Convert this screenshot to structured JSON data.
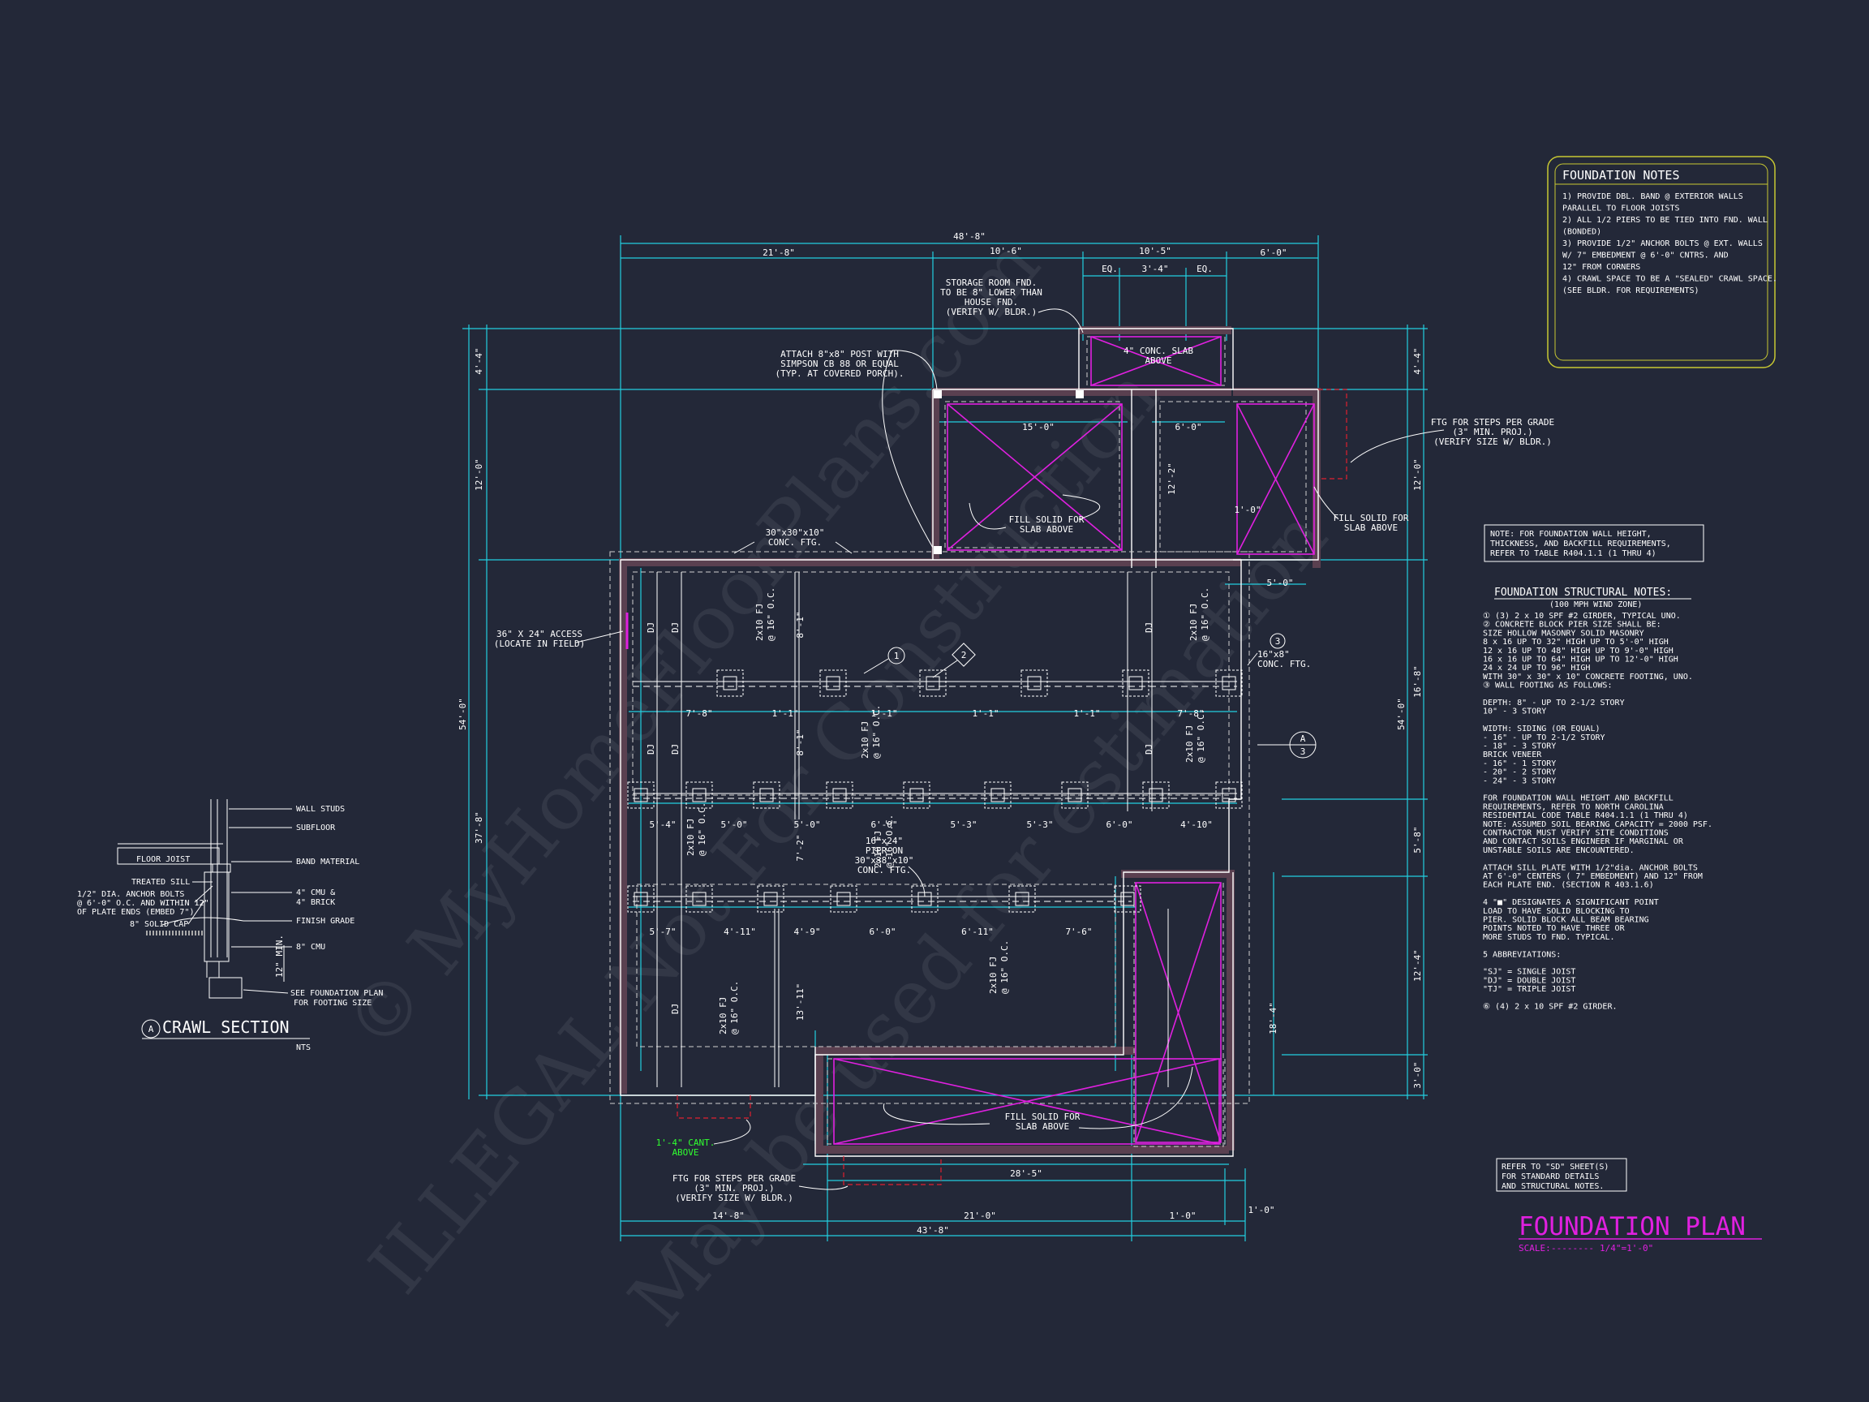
{
  "watermark": [
    "© MyHomeFloorPlans.com",
    "ILLEGAL Not For Construction",
    "May be used for estimation"
  ],
  "colors": {
    "background": "#232838",
    "dimension": "#22cfe0",
    "wall": "#ffffff",
    "slab": "#e020e0",
    "step": "#e02030",
    "title": "#e020e0",
    "notes_border": "#c8c832",
    "cant": "#30ff30"
  },
  "dimensions": {
    "top_overall": "48'-8\"",
    "top_left": "21'-8\"",
    "top_mid": "10'-6\"",
    "top_mid2": "10'-5\"",
    "top_right": "6'-0\"",
    "eq1": "EQ.",
    "eq2": "EQ.",
    "eq_mid": "3'-4\"",
    "left_overall": "54'-0\"",
    "left_a": "4'-4\"",
    "left_b": "12'-0\"",
    "left_c": "37'-8\"",
    "right_a": "4'-4\"",
    "right_b": "12'-0\"",
    "right_overall": "54'-0\"",
    "right_c": "16'-8\"",
    "right_d": "5'-8\"",
    "right_e": "12'-4\"",
    "right_f": "3'-0\"",
    "bottom_overall": "43'-8\"",
    "bottom_a": "14'-8\"",
    "bottom_b": "21'-0\"",
    "bottom_c": "1'-0\"",
    "bottom_d": "1'-0\"",
    "bottom_e": "28'-5\"",
    "inner_15": "15'-0\"",
    "inner_6": "6'-0\"",
    "inner_5": "5'-0\"",
    "inner_1_0": "1'-0\"",
    "inner_12_2": "12'-2\"",
    "inner_18_4": "18'-4\"",
    "inner_8_1": "8'-1\"",
    "inner_8_1b": "8'-1\"",
    "inner_7_2": "7'-2\"",
    "inner_13_11": "13'-11\""
  },
  "row1": [
    "7'-8\"",
    "1'-1\"",
    "1'-1\"",
    "1'-1\"",
    "1'-1\"",
    "7'-8\""
  ],
  "row2": [
    "5'-4\"",
    "5'-0\"",
    "5'-0\"",
    "6'-0\"",
    "5'-3\"",
    "5'-3\"",
    "6'-0\"",
    "4'-10\""
  ],
  "row3": [
    "5'-7\"",
    "4'-11\"",
    "4'-9\"",
    "6'-0\"",
    "6'-11\"",
    "7'-6\""
  ],
  "joists": {
    "dj": "DJ",
    "fj": "2x10 FJ",
    "oc": "@ 16\" O.C.",
    "fj2": "2x10 FJ @ 16\" O.C."
  },
  "callouts": {
    "storage": [
      "STORAGE ROOM FND.",
      "TO BE 8\" LOWER THAN",
      "HOUSE FND.",
      "(VERIFY W/ BLDR.)"
    ],
    "post": [
      "ATTACH 8\"x8\" POST WITH",
      "SIMPSON CB 88 OR EQUAL",
      "(TYP. AT COVERED PORCH)."
    ],
    "conc_slab": [
      "4\" CONC. SLAB",
      "ABOVE"
    ],
    "ftg_steps_right": [
      "FTG FOR STEPS PER GRADE",
      "(3\" MIN. PROJ.)",
      "(VERIFY SIZE W/ BLDR.)"
    ],
    "fill_solid1": [
      "FILL SOLID FOR",
      "SLAB ABOVE"
    ],
    "fill_solid2": [
      "FILL SOLID FOR",
      "SLAB ABOVE"
    ],
    "fill_solid3": [
      "FILL SOLID FOR",
      "SLAB ABOVE"
    ],
    "conc_ftg": [
      "30\"x30\"x10\"",
      "CONC. FTG."
    ],
    "access": [
      "36\" X 24\" ACCESS",
      "(LOCATE IN FIELD)"
    ],
    "pier": [
      "16\"x24\"",
      "PIER ON",
      "30\"x38\"x10\"",
      "CONC. FTG."
    ],
    "conc_ftg2": [
      "16\"x8\"",
      "CONC. FTG."
    ],
    "cant": [
      "1'-4\" CANT.",
      "ABOVE"
    ],
    "ftg_steps_bottom": [
      "FTG FOR STEPS PER GRADE",
      "(3\" MIN. PROJ.)",
      "(VERIFY SIZE W/ BLDR.)"
    ],
    "tag1": "1",
    "tag2": "2",
    "tag3": "3",
    "section_a": "A",
    "section_3": "3"
  },
  "crawl_section": {
    "labels": [
      "WALL STUDS",
      "SUBFLOOR",
      "BAND MATERIAL",
      "4\" CMU &",
      "4\" BRICK",
      "FINISH GRADE",
      "8\" CMU",
      "SEE FOUNDATION PLAN",
      "FOR FOOTING SIZE"
    ],
    "left_labels": [
      "FLOOR JOIST",
      "TREATED SILL",
      "1/2\" DIA. ANCHOR BOLTS",
      "@ 6'-0\" O.C. AND WITHIN 12\"",
      "OF PLATE ENDS (EMBED 7\")",
      "8\" SOLID CAP"
    ],
    "min": "12\" MIN.",
    "marker": "A",
    "title": "CRAWL SECTION",
    "scale": "NTS"
  },
  "foundation_notes": {
    "title": "FOUNDATION NOTES",
    "lines": [
      "1) PROVIDE DBL. BAND @ EXTERIOR WALLS",
      "    PARALLEL TO FLOOR JOISTS",
      "2) ALL 1/2 PIERS TO BE TIED INTO FND. WALL",
      "    (BONDED)",
      "3) PROVIDE 1/2\" ANCHOR BOLTS @ EXT. WALLS",
      "    W/ 7\" EMBEDMENT @ 6'-0\" CNTRS. AND",
      "    12\" FROM CORNERS",
      "4) CRAWL SPACE TO BE A \"SEALED\" CRAWL SPACE.",
      "    (SEE BLDR. FOR REQUIREMENTS)"
    ]
  },
  "wall_note": [
    "NOTE: FOR FOUNDATION WALL HEIGHT,",
    "THICKNESS, AND BACKFILL REQUIREMENTS,",
    "REFER TO TABLE R404.1.1 (1 THRU 4)"
  ],
  "structural_notes": {
    "title": "FOUNDATION STRUCTURAL NOTES:",
    "subtitle": "(100 MPH WIND ZONE)",
    "lines": [
      "① (3) 2 x 10 SPF #2 GIRDER, TYPICAL UNO.",
      "② CONCRETE BLOCK PIER SIZE SHALL BE:",
      "     SIZE      HOLLOW MASONRY    SOLID MASONRY",
      "     8 x 16      UP TO 32\" HIGH      UP TO 5'-0\" HIGH",
      "     12 x 16     UP TO 48\" HIGH      UP TO 9'-0\" HIGH",
      "     16 x 16     UP TO 64\" HIGH      UP TO 12'-0\" HIGH",
      "     24 x 24     UP TO 96\" HIGH",
      "   WITH 30\" x 30\" x 10\" CONCRETE FOOTING, UNO.",
      "③ WALL FOOTING AS FOLLOWS:",
      "",
      "   DEPTH:  8\" - UP TO 2-1/2 STORY",
      "               10\" - 3 STORY",
      "",
      "   WIDTH:  SIDING (OR EQUAL)",
      "                 - 16\" - UP TO 2-1/2 STORY",
      "                 - 18\" - 3 STORY",
      "            BRICK VENEER",
      "                 - 16\" - 1 STORY",
      "                 - 20\" - 2 STORY",
      "                 - 24\" - 3 STORY",
      "",
      "   FOR FOUNDATION WALL HEIGHT AND BACKFILL",
      "   REQUIREMENTS, REFER TO NORTH CAROLINA",
      "   RESIDENTIAL CODE TABLE R404.1.1 (1 THRU 4)",
      "   NOTE: ASSUMED SOIL BEARING CAPACITY = 2000 PSF.",
      "   CONTRACTOR MUST VERIFY SITE CONDITIONS",
      "   AND CONTACT SOILS ENGINEER IF MARGINAL OR",
      "   UNSTABLE SOILS ARE ENCOUNTERED.",
      "",
      "   ATTACH SILL PLATE WITH 1/2\"dia. ANCHOR BOLTS",
      "   AT 6'-0\" CENTERS ( 7\" EMBEDMENT) AND 12\" FROM",
      "   EACH PLATE END. (SECTION R 403.1.6)",
      "",
      "4  \"■\" DESIGNATES A SIGNIFICANT POINT",
      "   LOAD TO HAVE SOLID BLOCKING TO",
      "   PIER. SOLID BLOCK ALL BEAM BEARING",
      "   POINTS NOTED TO HAVE THREE OR",
      "   MORE STUDS TO FND. TYPICAL.",
      "",
      "5  ABBREVIATIONS:",
      "",
      "      \"SJ\" = SINGLE JOIST",
      "      \"DJ\" = DOUBLE JOIST",
      "      \"TJ\" = TRIPLE JOIST",
      "",
      "⑥ (4) 2 x 10 SPF #2 GIRDER."
    ]
  },
  "refer_note": [
    "REFER TO \"SD\" SHEET(S)",
    "FOR STANDARD DETAILS",
    "AND STRUCTURAL NOTES."
  ],
  "title_block": {
    "title": "FOUNDATION PLAN",
    "scale_label": "SCALE:",
    "scale_dots": "--------",
    "scale_value": "1/4\"=1'-0\""
  }
}
